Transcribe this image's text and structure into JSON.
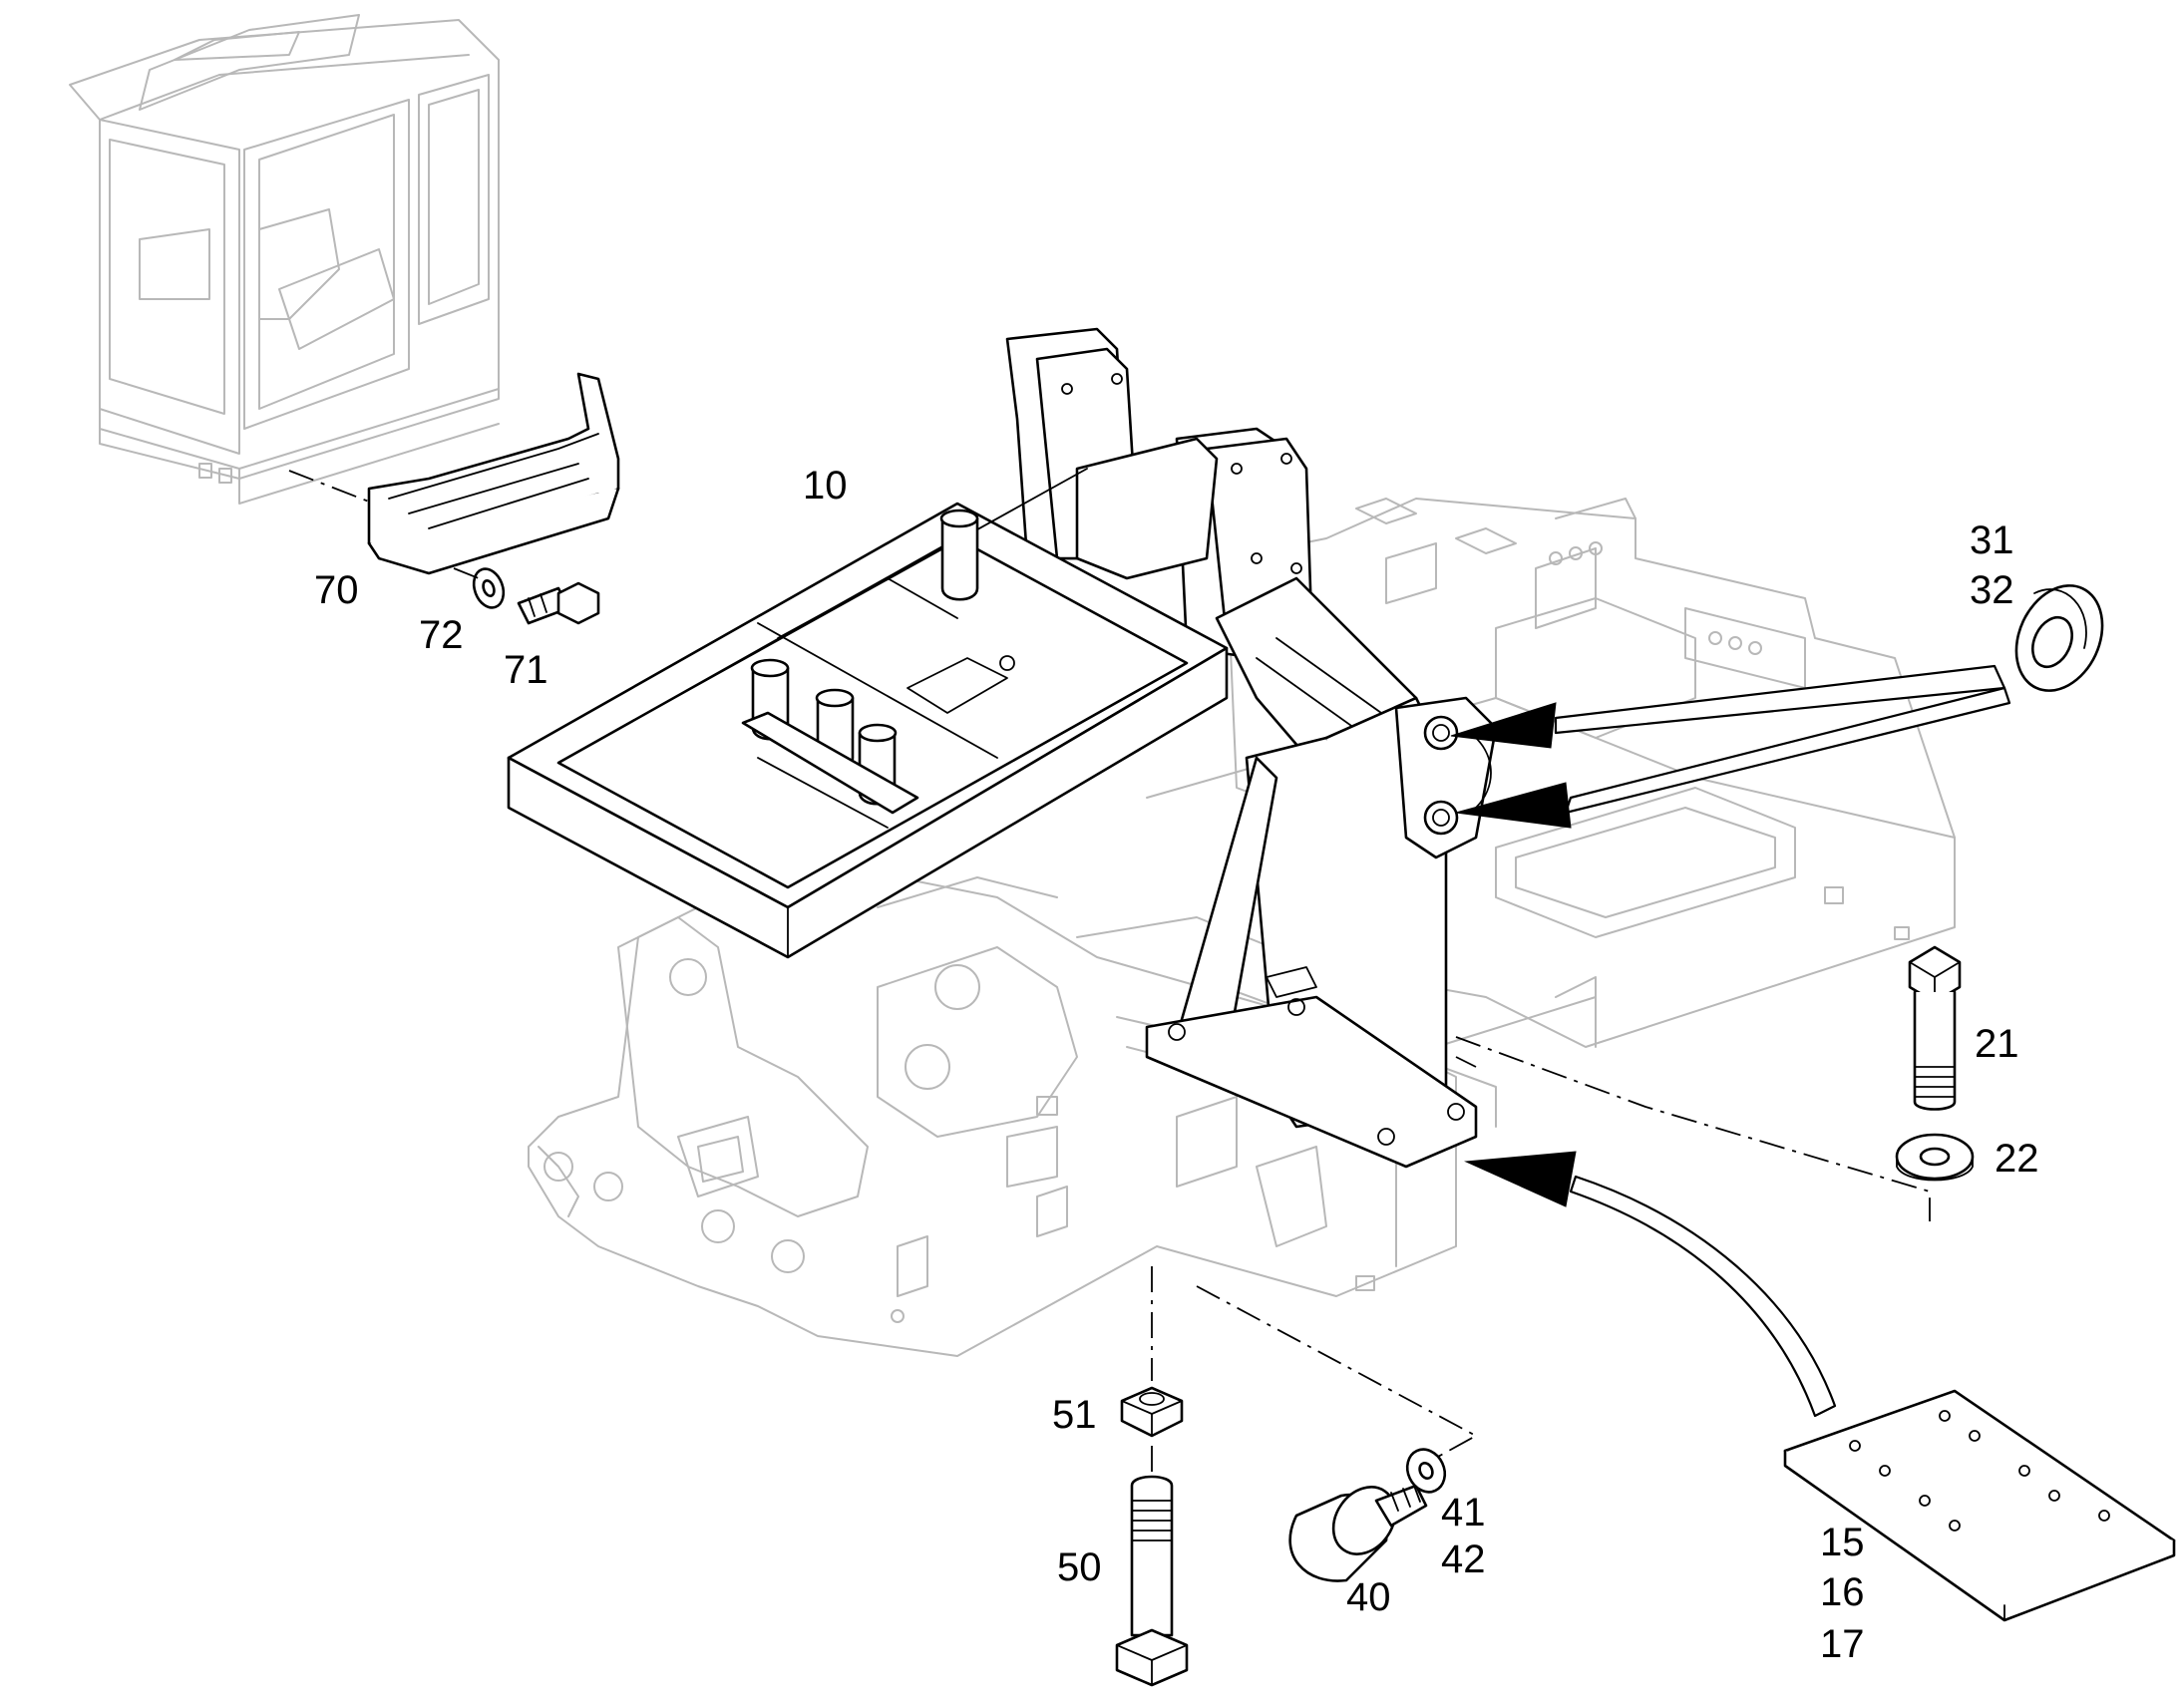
{
  "callouts": {
    "c10": "10",
    "c15": "15",
    "c16": "16",
    "c17": "17",
    "c21": "21",
    "c22": "22",
    "c31": "31",
    "c32": "32",
    "c40": "40",
    "c41": "41",
    "c42": "42",
    "c50": "50",
    "c51": "51",
    "c70": "70",
    "c71": "71",
    "c72": "72"
  }
}
